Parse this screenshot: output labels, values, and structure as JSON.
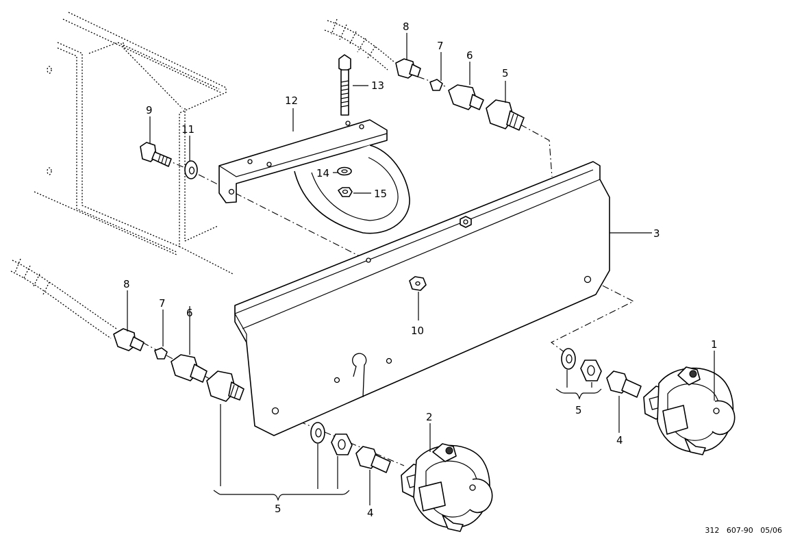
{
  "labels": {
    "n1": "1",
    "n2": "2",
    "n3": "3",
    "n4": "4",
    "n5": "5",
    "n6": "6",
    "n7": "7",
    "n8": "8",
    "n9": "9",
    "n10": "10",
    "n11": "11",
    "n12": "12",
    "n13": "13",
    "n14": "14",
    "n15": "15"
  },
  "reference": "312   607-90   05/06"
}
